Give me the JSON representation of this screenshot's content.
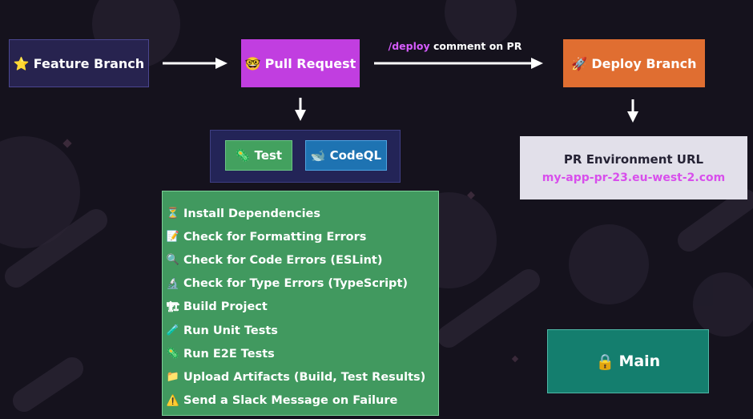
{
  "nodes": {
    "feature_branch": {
      "emoji": "⭐",
      "label": "Feature Branch"
    },
    "pull_request": {
      "emoji": "🤓",
      "label": "Pull Request"
    },
    "deploy_branch": {
      "emoji": "🚀",
      "label": "Deploy Branch"
    },
    "main": {
      "emoji": "🔒",
      "label": "Main"
    }
  },
  "edges": {
    "deploy_comment": {
      "command": "/deploy",
      "text": " comment on PR"
    }
  },
  "jobs": [
    {
      "emoji": "🦠",
      "label": "Test"
    },
    {
      "emoji": "🐋",
      "label": "CodeQL"
    }
  ],
  "environment": {
    "title": "PR Environment URL",
    "url": "my-app-pr-23.eu-west-2.com"
  },
  "steps": [
    {
      "emoji": "⏳",
      "label": "Install Dependencies"
    },
    {
      "emoji": "📝",
      "label": "Check for Formatting Errors"
    },
    {
      "emoji": "🔍",
      "label": "Check for Code Errors (ESLint)"
    },
    {
      "emoji": "🔬",
      "label": "Check for Type Errors (TypeScript)"
    },
    {
      "emoji": "🏗",
      "label": "Build Project"
    },
    {
      "emoji": "🧪",
      "label": "Run Unit Tests"
    },
    {
      "emoji": "🦠",
      "label": "Run E2E Tests"
    },
    {
      "emoji": "📁",
      "label": "Upload Artifacts (Build, Test Results)"
    },
    {
      "emoji": "⚠️",
      "label": "Send a Slack Message on Failure"
    }
  ]
}
